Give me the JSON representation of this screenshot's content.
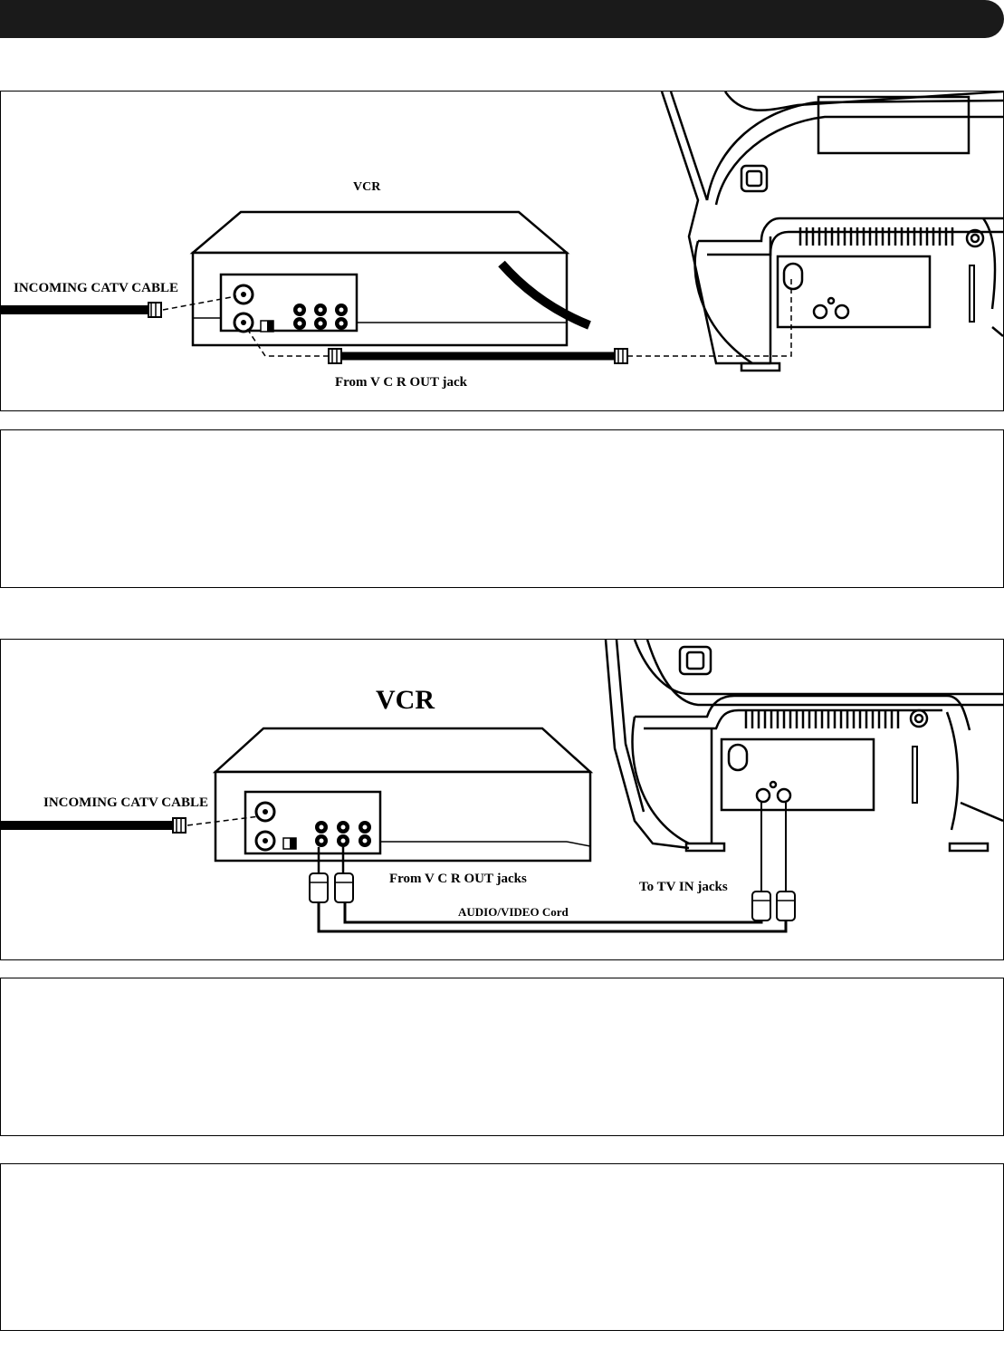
{
  "diagram_1": {
    "vcr_label": "VCR",
    "incoming_label": "INCOMING CATV  CABLE",
    "from_label": "From  V C R OUT jack"
  },
  "diagram_2": {
    "vcr_label": "VCR",
    "incoming_label": "INCOMING CATV CABLE",
    "from_label": "From  V C R OUT jacks",
    "to_label": "To TV IN jacks",
    "cord_label": "AUDIO/VIDEO Cord"
  }
}
